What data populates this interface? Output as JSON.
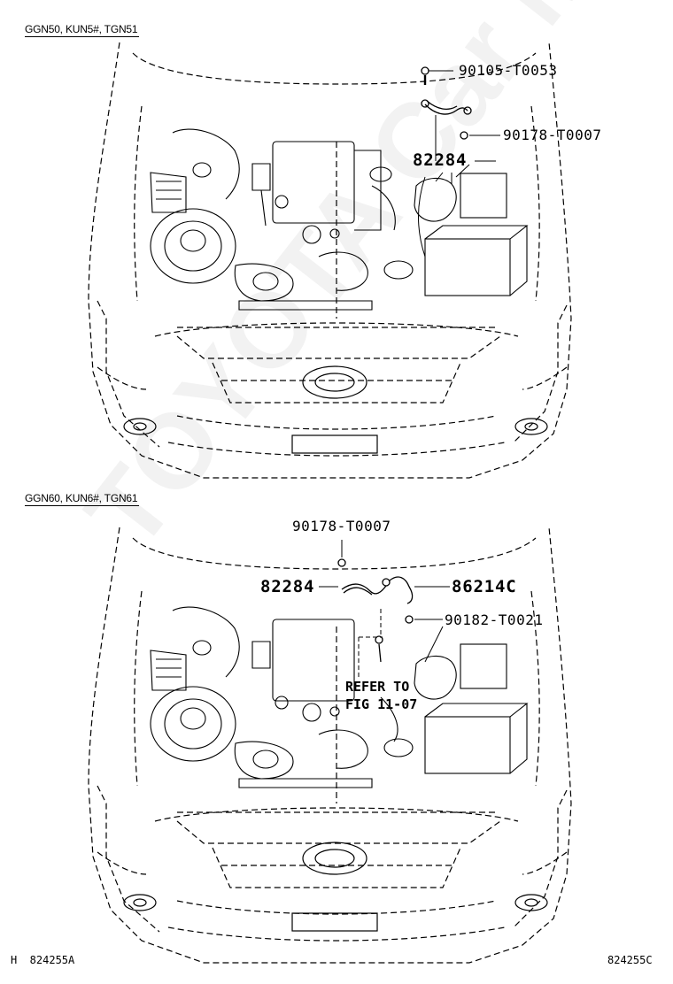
{
  "top": {
    "variant": "GGN50, KUN5#, TGN51",
    "parts": {
      "bolt": "90105-T0053",
      "nut": "90178-T0007",
      "strap": "82284"
    }
  },
  "bottom": {
    "variant": "GGN60, KUN6#, TGN61",
    "parts": {
      "nut": "90178-T0007",
      "strap": "82284",
      "wire": "86214C",
      "nut2": "90182-T0021"
    },
    "refer": "REFER TO\nFIG 11-07"
  },
  "footer": {
    "left": "H  824255A",
    "right": "824255C"
  }
}
